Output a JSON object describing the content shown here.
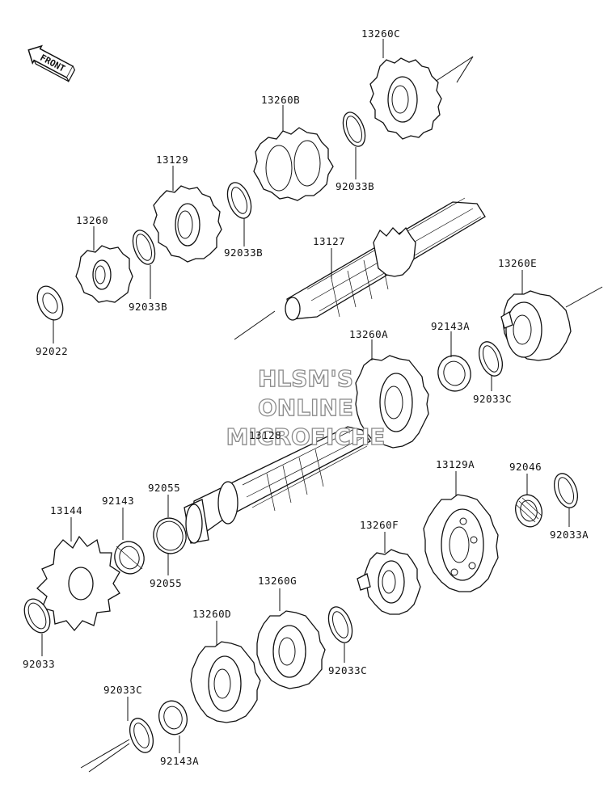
{
  "front_marker": {
    "label": "FRONT",
    "icon": "front-arrow-icon"
  },
  "watermark": {
    "line1": "HLSM'S",
    "line2": "ONLINE",
    "line3": "MICROFICHE"
  },
  "parts": {
    "p13260c": "13260C",
    "p13260b": "13260B",
    "p92033b_1": "92033B",
    "p13129": "13129",
    "p92033b_2": "92033B",
    "p13260": "13260",
    "p92033b_3": "92033B",
    "p13127": "13127",
    "p92022": "92022",
    "p13260e": "13260E",
    "p92143a_1": "92143A",
    "p13260a": "13260A",
    "p92033c_1": "92033C",
    "p13128": "13128",
    "p92055_1": "92055",
    "p92143": "92143",
    "p13144": "13144",
    "p92055_2": "92055",
    "p13129a": "13129A",
    "p92046": "92046",
    "p92033a": "92033A",
    "p13260f": "13260F",
    "p92033": "92033",
    "p13260g": "13260G",
    "p13260d": "13260D",
    "p92033c_2": "92033C",
    "p92033c_3": "92033C",
    "p92143a_2": "92143A"
  }
}
